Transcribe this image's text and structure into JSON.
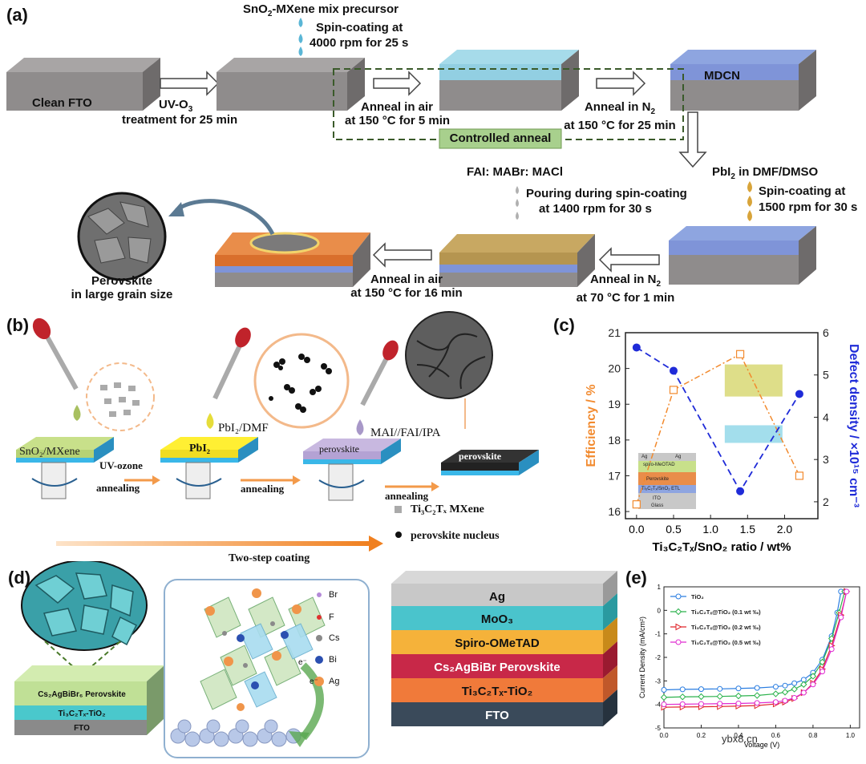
{
  "panel_a": {
    "letter": "(a)",
    "clean_fto": "Clean FTO",
    "uv_line1": "UV-O",
    "uv_sub": "3",
    "uv_line2": "treatment for 25 min",
    "mix_precursor_pre": "SnO",
    "mix_precursor_sub": "2",
    "mix_precursor_post": "-MXene mix precursor",
    "spin1_line1": "Spin-coating at",
    "spin1_line2": "4000 rpm for 25 s",
    "anneal_air1_line1": "Anneal in air",
    "anneal_air1_line2": "at 150 °C for 5 min",
    "anneal_n2_1_line1_pre": "Anneal in N",
    "anneal_n2_1_line1_sub": "2",
    "anneal_n2_1_line2": "at 150 °C for 25 min",
    "mdcn": "MDCN",
    "controlled_anneal": "Controlled anneal",
    "pbi2_pre": "PbI",
    "pbi2_sub": "2",
    "pbi2_post": " in DMF/DMSO",
    "spin2_line1": "Spin-coating at",
    "spin2_line2": "1500 rpm for 30 s",
    "fai": "FAI: MABr: MACl",
    "pour_line1": "Pouring during spin-coating",
    "pour_line2": "at 1400 rpm for 30 s",
    "anneal_n2_2_line1_pre": "Anneal in N",
    "anneal_n2_2_line1_sub": "2",
    "anneal_n2_2_line2": "at 70 °C for 1 min",
    "anneal_air2_line1": "Anneal in air",
    "anneal_air2_line2": "at 150 °C for 16 min",
    "perovskite_line1": "Perovskite",
    "perovskite_line2": "in large grain size"
  },
  "panel_b": {
    "letter": "(b)",
    "sno2_mxene": "SnO₂/MXene",
    "pbi2_dmf": "PbI₂/DMF",
    "mai_fai": "MAI//FAI/IPA",
    "pbi2_layer": "PbI₂",
    "perovskite_layer": "perovskite",
    "perovskite_final": "perovskite",
    "uv_ozone": "UV-ozone",
    "annealing1": "annealing",
    "annealing2": "annealing",
    "annealing3": "annealing",
    "legend_mxene": "Ti₃C₂Tₓ MXene",
    "legend_nucleus": "perovskite nucleus",
    "two_step": "Two-step coating"
  },
  "panel_c": {
    "letter": "(c)",
    "inset_layers": [
      "Ag",
      "Ag",
      "spiro-MeOTAD",
      "Perovskite",
      "Ti₃C₂Tₓ/SnO₂ ETL",
      "ITO",
      "Glass"
    ]
  },
  "chart_data": [
    {
      "type": "line",
      "xlabel": "Ti₃C₂Tₓ/SnO₂ ratio / wt%",
      "ylabel": "Efficiency / %",
      "y2label": "Defect density / ×10¹⁵ cm⁻³",
      "xlim": [
        -0.15,
        2.45
      ],
      "ylim": [
        15.8,
        21
      ],
      "y2lim": [
        1.6,
        6
      ],
      "xticks": [
        "0.0",
        "0.5",
        "1.0",
        "1.5",
        "2.0"
      ],
      "yticks": [
        "16",
        "17",
        "18",
        "19",
        "20",
        "21"
      ],
      "y2ticks": [
        "2",
        "3",
        "4",
        "5",
        "6"
      ],
      "colors": {
        "efficiency": "#f28a2e",
        "defect": "#1f2bd8"
      },
      "series": [
        {
          "axis": "left",
          "marker": "open-square",
          "x": [
            0.0,
            0.5,
            1.4,
            2.2
          ],
          "values": [
            16.2,
            19.4,
            20.4,
            17.0
          ]
        },
        {
          "axis": "right",
          "marker": "filled-circle",
          "x": [
            0.0,
            0.5,
            1.4,
            2.2
          ],
          "values": [
            5.65,
            5.1,
            2.25,
            4.55
          ]
        }
      ]
    },
    {
      "type": "line",
      "xlabel": "Voltage (V)",
      "ylabel": "Current Density (mA/cm²)",
      "xlim": [
        0.0,
        1.05
      ],
      "ylim": [
        -5,
        1
      ],
      "xticks": [
        "0.0",
        "0.2",
        "0.4",
        "0.6",
        "0.8",
        "1.0"
      ],
      "yticks": [
        "1",
        "0",
        "-1",
        "-2",
        "-3",
        "-4",
        "-5"
      ],
      "series": [
        {
          "name": "TiO₂",
          "color": "#2a7de1",
          "marker": "circle",
          "x": [
            0,
            0.1,
            0.2,
            0.3,
            0.4,
            0.5,
            0.6,
            0.65,
            0.7,
            0.75,
            0.8,
            0.85,
            0.9,
            0.93,
            0.95
          ],
          "values": [
            -3.38,
            -3.36,
            -3.35,
            -3.34,
            -3.32,
            -3.3,
            -3.25,
            -3.2,
            -3.1,
            -2.95,
            -2.65,
            -2.1,
            -1.1,
            -0.1,
            0.8
          ]
        },
        {
          "name": "Ti₃C₂Tₓ@TiO₂ (0.1 wt ‰)",
          "color": "#2bb24c",
          "marker": "diamond",
          "x": [
            0,
            0.1,
            0.2,
            0.3,
            0.4,
            0.5,
            0.6,
            0.65,
            0.7,
            0.75,
            0.8,
            0.85,
            0.9,
            0.94,
            0.97
          ],
          "values": [
            -3.7,
            -3.68,
            -3.67,
            -3.66,
            -3.64,
            -3.62,
            -3.55,
            -3.48,
            -3.35,
            -3.15,
            -2.8,
            -2.2,
            -1.2,
            -0.1,
            0.8
          ]
        },
        {
          "name": "Ti₃C₂Tₓ@TiO₂ (0.2 wt ‰)",
          "color": "#e0262b",
          "marker": "triangle-right",
          "x": [
            0,
            0.1,
            0.2,
            0.3,
            0.4,
            0.5,
            0.6,
            0.65,
            0.7,
            0.75,
            0.8,
            0.85,
            0.9,
            0.95,
            0.98
          ],
          "values": [
            -4.12,
            -4.11,
            -4.1,
            -4.09,
            -4.07,
            -4.05,
            -3.98,
            -3.9,
            -3.75,
            -3.5,
            -3.1,
            -2.5,
            -1.5,
            -0.2,
            0.8
          ]
        },
        {
          "name": "Ti₃C₂Tₓ@TiO₂ (0.5 wt ‰)",
          "color": "#e02bd0",
          "marker": "circle",
          "x": [
            0,
            0.1,
            0.2,
            0.3,
            0.4,
            0.5,
            0.6,
            0.65,
            0.7,
            0.75,
            0.8,
            0.85,
            0.9,
            0.95,
            0.98
          ],
          "values": [
            -4.0,
            -3.99,
            -3.98,
            -3.97,
            -3.96,
            -3.94,
            -3.9,
            -3.84,
            -3.72,
            -3.5,
            -3.15,
            -2.6,
            -1.65,
            -0.3,
            0.8
          ]
        }
      ]
    }
  ],
  "panel_d": {
    "letter": "(d)",
    "stack_left": [
      "Cs₂AgBiBr₆ Perovskite",
      "Ti₃C₂Tₓ-TiO₂",
      "FTO"
    ],
    "legend": [
      {
        "label": "Br",
        "color": "#b48ad8"
      },
      {
        "label": "F",
        "color": "#e03030"
      },
      {
        "label": "Cs",
        "color": "#8a8a8a"
      },
      {
        "label": "Bi",
        "color": "#2b4fb0"
      },
      {
        "label": "Ag",
        "color": "#f0954a"
      }
    ],
    "e_minus": "e⁻",
    "device_layers": [
      "Ag",
      "MoO₃",
      "Spiro-OMeTAD",
      "Cs₂AgBiBr Perovskite",
      "Ti₃C₂Tₓ-TiO₂",
      "FTO"
    ]
  },
  "panel_e": {
    "letter": "(e)"
  },
  "watermark": "ybx8.cn"
}
